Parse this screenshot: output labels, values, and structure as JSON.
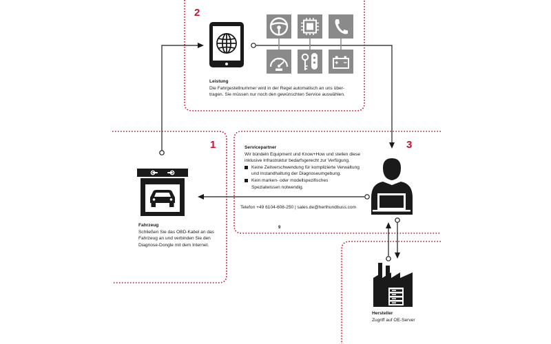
{
  "steps": {
    "s1": {
      "number": "1",
      "title": "Fahrzeug",
      "lines": [
        "Schließen Sie das OBD-Kabel an das",
        "Fahrzeug an und verbinden Sie den",
        "Diagnose-Dongle mit dem Internet."
      ]
    },
    "s2": {
      "number": "2",
      "title": "Leistung",
      "lines": [
        "Die Fahrgestellnummer wird in der Regel automatisch an uns über-",
        "tragen. Sie müssen nur noch den gewünschten Service auswählen."
      ]
    },
    "s3": {
      "number": "3",
      "title": "Servicepartner",
      "lines": [
        "Wir bündeln Equipment und Know+How und stellen diese",
        "inklusive Infrastruktur bedarfsgerecht zur Verfügung."
      ],
      "bullets": [
        [
          "Keine Zeitverschwendung für komplizierte Verwaltung",
          "und Instandhaltung der Diagnoseumgebung."
        ],
        [
          "Kein marken- oder modellspezifisches",
          "Spezialwissen notwendig."
        ]
      ],
      "contact": "Telefon +49 6104-608-250 |  sales.de@herthundbuss.com"
    },
    "s4": {
      "title": "Hersteller",
      "lines": [
        "Zugriff auf OE-Server"
      ]
    }
  },
  "page_number": "9",
  "colors": {
    "accent": "#c8102e",
    "ink": "#1a1a1a",
    "tile": "#8a8a8a"
  },
  "icons": {
    "tablet": "tablet-globe-icon",
    "garage": "garage-car-icon",
    "person": "person-laptop-icon",
    "factory": "factory-server-icon",
    "services": [
      "steering-wheel-icon",
      "chip-icon",
      "phone-icon",
      "speedometer-icon",
      "car-key-icon",
      "battery-icon"
    ]
  }
}
